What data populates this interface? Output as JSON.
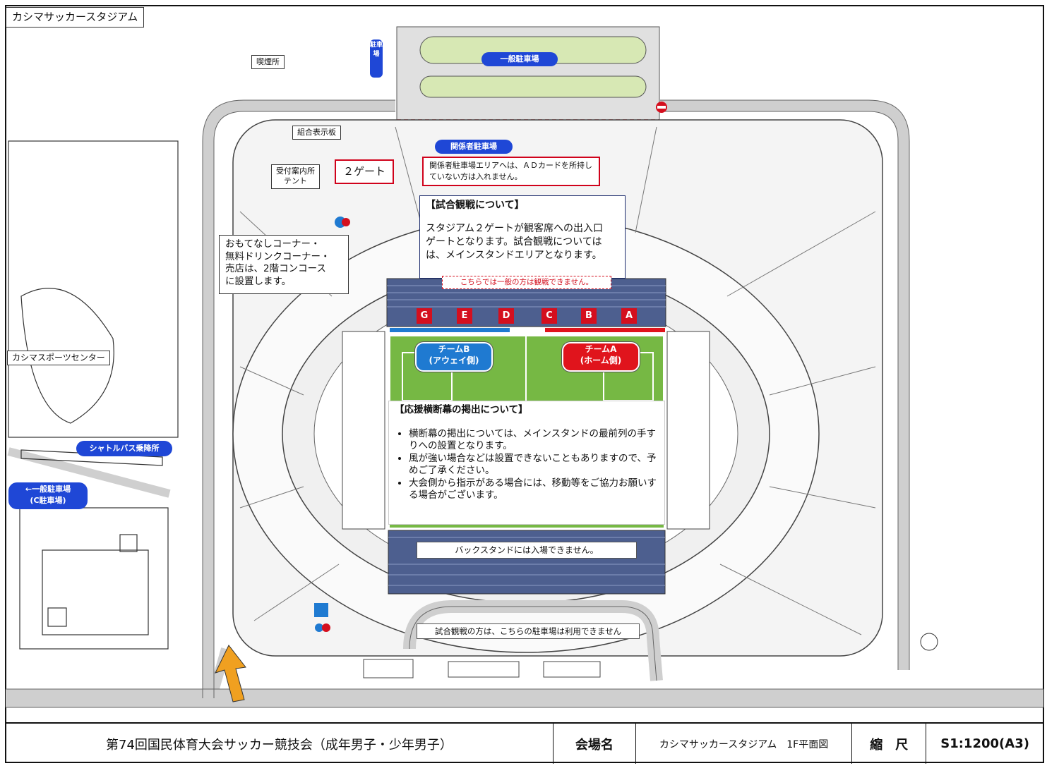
{
  "header_title": "カシマサッカースタジアム",
  "labels": {
    "cheering_station": "喫煙所",
    "general_parking": "一般駐車場",
    "staff_parking": "関係者駐車場",
    "ad_card_notice": "関係者駐車場エリアへは、ＡＤカードを所持していない方は入れません。",
    "combo_board": "組合表示板",
    "reception_tent_1": "受付案内所",
    "reception_tent_2": "テント",
    "gate2": "２ゲート",
    "sports_center": "カシマスポーツセンター",
    "shuttle_bus": "シャトルバス乗降所",
    "general_parking_c_1": "←一般駐車場",
    "general_parking_c_2": "(C駐車場)",
    "back_stand_notice": "バックスタンドには入場できません。",
    "parking_not_available": "試合観戦の方は、こちらの駐車場は利用できません",
    "main_stand_restriction": "こちらでは一般の方は観戦できません。",
    "side_tag": "駐車場"
  },
  "hospitality_note": [
    "おもてなしコーナー・",
    "無料ドリンクコーナー・",
    "売店は、2階コンコース",
    "に設置します。"
  ],
  "watching_note": {
    "title": "【試合観戦について】",
    "lines": [
      "スタジアム２ゲートが観客席への出入口",
      "ゲートとなります。試合観戦については",
      "は、メインスタンドエリアとなります。"
    ]
  },
  "banner_note": {
    "title": "【応援横断幕の掲出について】",
    "items": [
      "横断幕の掲出については、メインスタンドの最前列の手すりへの設置となります。",
      "風が強い場合などは設置できないこともありますので、予めご了承ください。",
      "大会側から指示がある場合には、移動等をご協力お願いする場合がございます。"
    ]
  },
  "gates": [
    "G",
    "E",
    "D",
    "C",
    "B",
    "A"
  ],
  "team_b": {
    "name": "チームB",
    "side": "(アウェイ側)",
    "color": "#1f7ad1"
  },
  "team_a": {
    "name": "チームA",
    "side": "(ホーム側)",
    "color": "#e0141c"
  },
  "title_block": {
    "event": "第74回国民体育大会サッカー競技会（成年男子・少年男子）",
    "venue_label": "会場名",
    "venue": "カシマサッカースタジアム　1F平面図",
    "scale_label": "縮　尺",
    "scale": "S1:1200(A3)"
  },
  "colors": {
    "road": "#d9d9d9",
    "pitch": "#76b844",
    "stand": "#4d5f8f",
    "accent_red": "#d40f1e",
    "accent_blue": "#1f7ad1",
    "arrow": "#f0a020"
  }
}
